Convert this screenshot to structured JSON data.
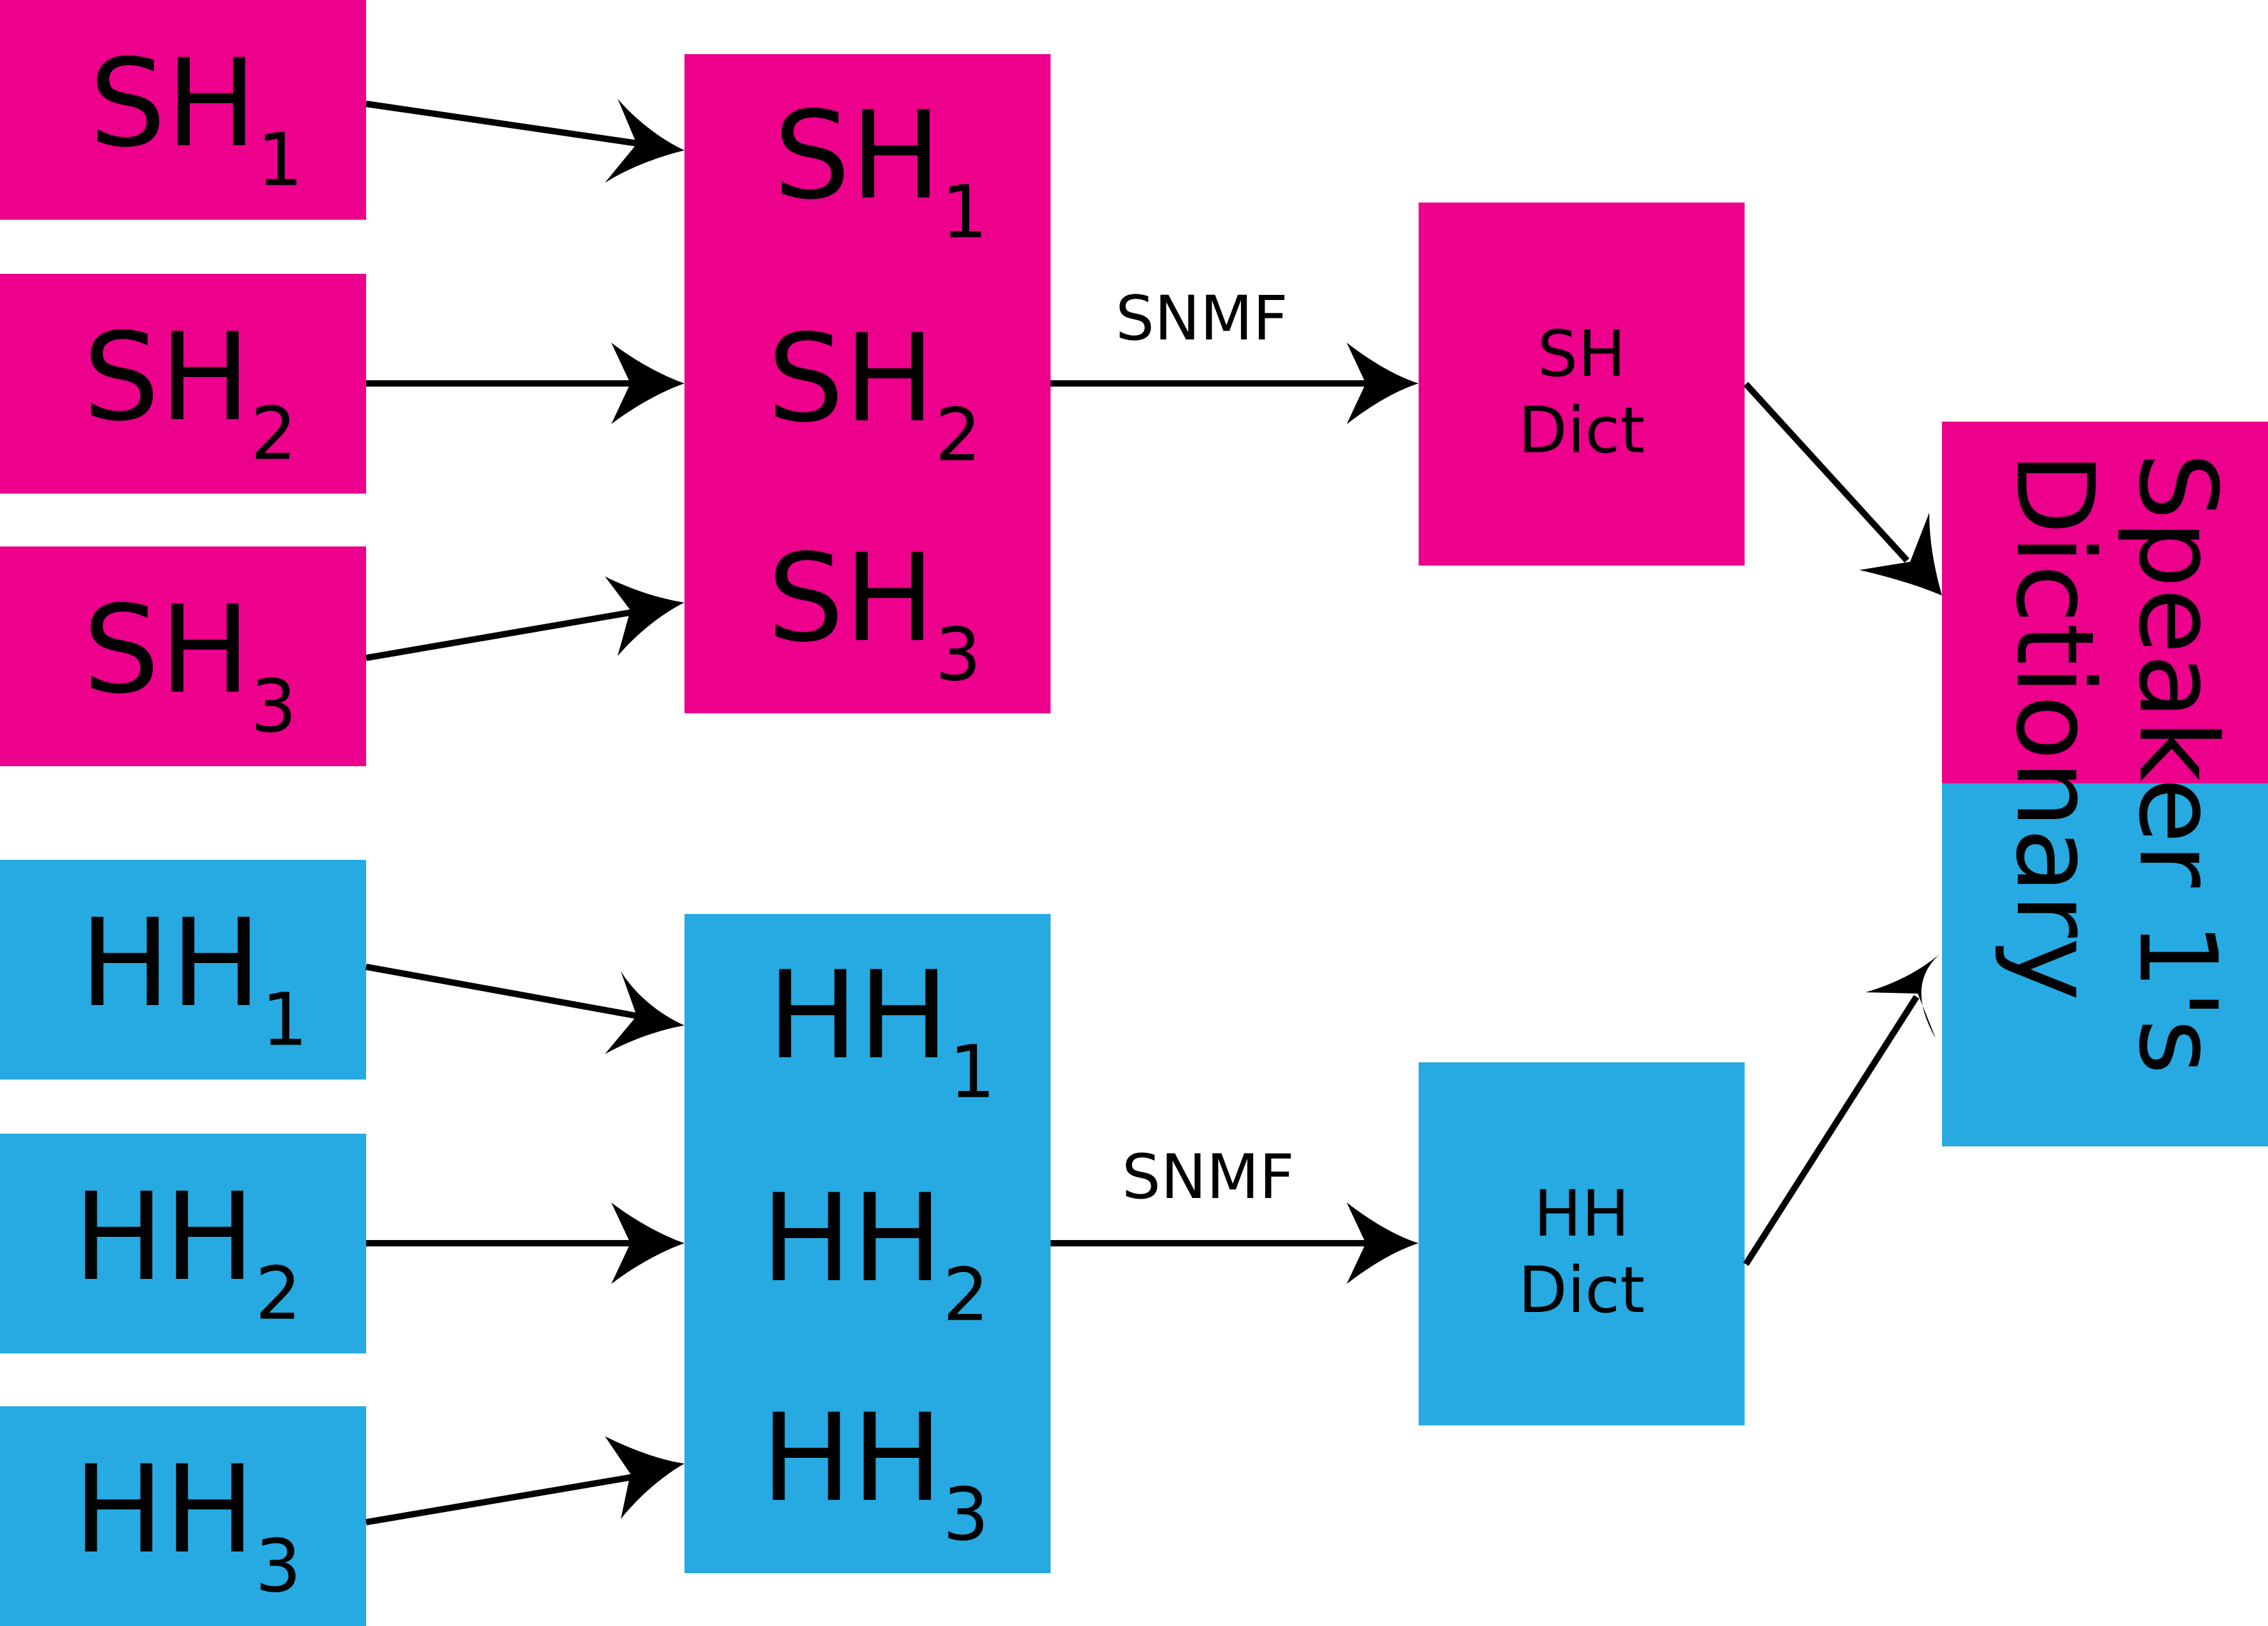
{
  "colors": {
    "sh": "#EC008C",
    "hh": "#27AAE1",
    "line": "#000000"
  },
  "sh_inputs": [
    {
      "base": "SH",
      "sub": "1"
    },
    {
      "base": "SH",
      "sub": "2"
    },
    {
      "base": "SH",
      "sub": "3"
    }
  ],
  "sh_stack": [
    {
      "base": "SH",
      "sub": "1"
    },
    {
      "base": "SH",
      "sub": "2"
    },
    {
      "base": "SH",
      "sub": "3"
    }
  ],
  "hh_inputs": [
    {
      "base": "HH",
      "sub": "1"
    },
    {
      "base": "HH",
      "sub": "2"
    },
    {
      "base": "HH",
      "sub": "3"
    }
  ],
  "hh_stack": [
    {
      "base": "HH",
      "sub": "1"
    },
    {
      "base": "HH",
      "sub": "2"
    },
    {
      "base": "HH",
      "sub": "3"
    }
  ],
  "sh_snmf_label": "SNMF",
  "hh_snmf_label": "SNMF",
  "sh_dict": {
    "line1": "SH",
    "line2": "Dict"
  },
  "hh_dict": {
    "line1": "HH",
    "line2": "Dict"
  },
  "output": {
    "line1": "Speaker 1's",
    "line2": "Dictionary"
  }
}
